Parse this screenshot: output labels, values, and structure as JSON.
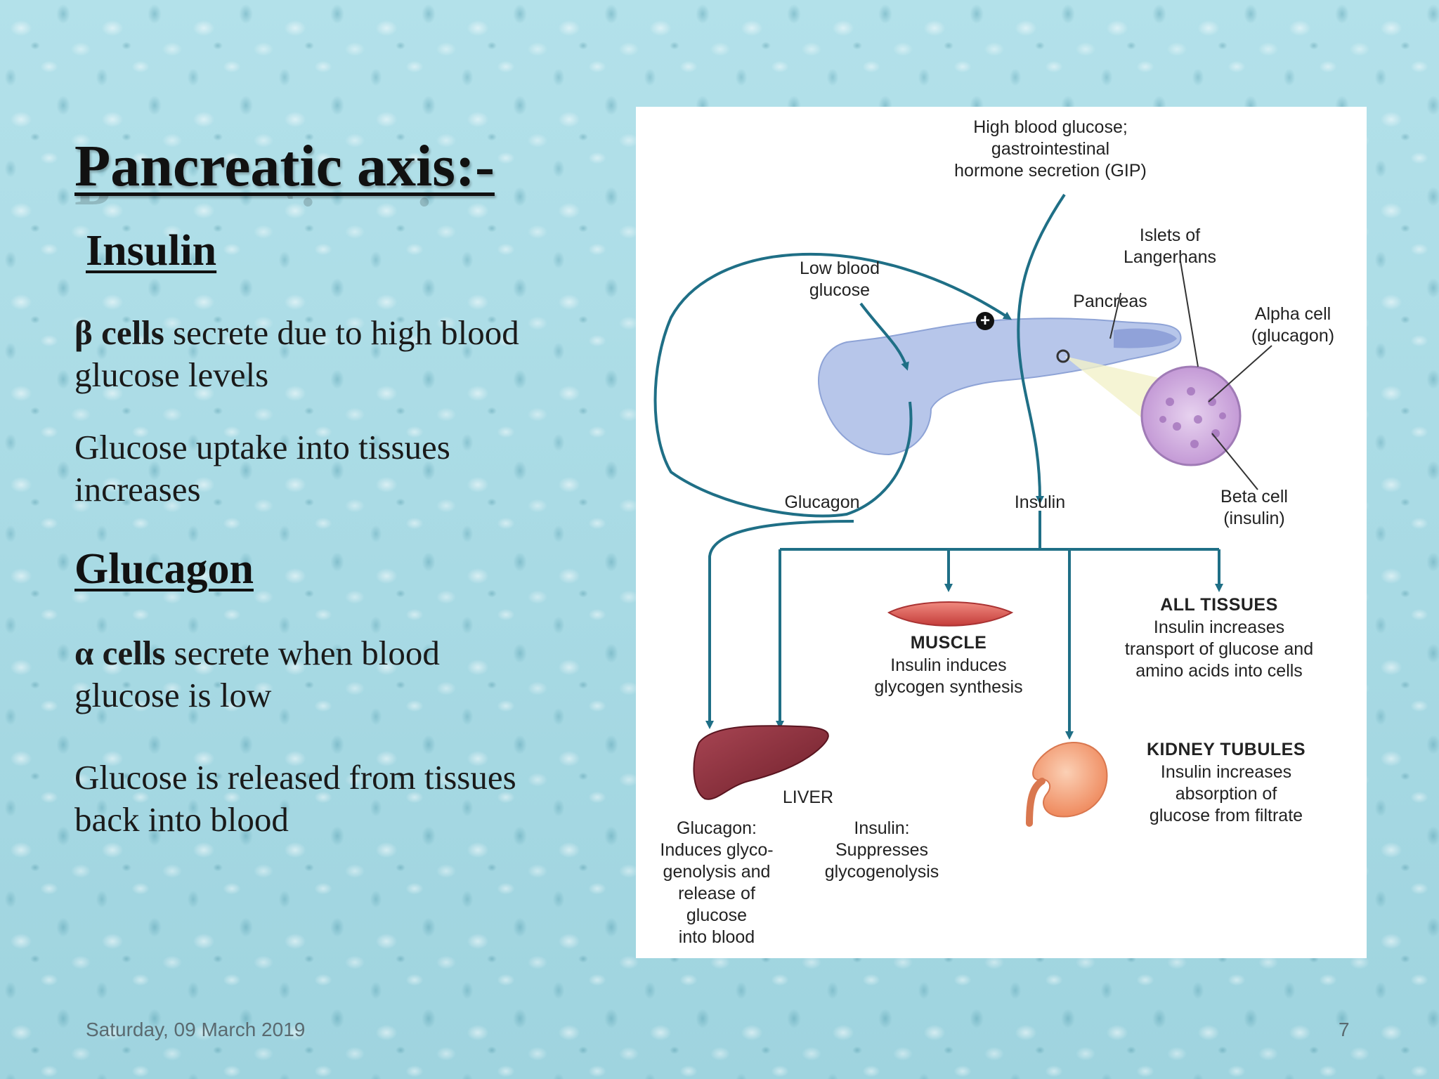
{
  "slide": {
    "title": "Pancreatic axis:-",
    "insulin_heading": "Insulin",
    "insulin_p1_bold": "β cells",
    "insulin_p1_rest": " secrete due to high blood glucose levels",
    "insulin_p2": "Glucose uptake into tissues increases",
    "glucagon_heading": "Glucagon",
    "glucagon_p1_bold": "α cells",
    "glucagon_p1_rest": " secrete when blood glucose is low",
    "glucagon_p2": "Glucose is released from tissues back into blood",
    "footer_date": "Saturday, 09 March 2019",
    "page_number": "7"
  },
  "diagram": {
    "high_glucose": "High blood glucose;\ngastrointestinal\nhormone secretion (GIP)",
    "islets": "Islets of\nLangerhans",
    "low_glucose": "Low blood\nglucose",
    "pancreas": "Pancreas",
    "alpha_cell": "Alpha cell\n(glucagon)",
    "plus_sign": "+",
    "glucagon": "Glucagon",
    "insulin": "Insulin",
    "beta_cell": "Beta cell\n(insulin)",
    "all_tissues_title": "ALL TISSUES",
    "all_tissues_desc": "Insulin increases\ntransport of glucose and\namino acids into cells",
    "muscle_title": "MUSCLE",
    "muscle_desc": "Insulin induces\nglycogen synthesis",
    "kidney_title": "KIDNEY TUBULES",
    "kidney_desc": "Insulin increases\nabsorption of\nglucose from filtrate",
    "liver_title": "LIVER",
    "liver_glucagon": "Glucagon:\nInduces glyco-\ngenolysis and\nrelease of\nglucose\ninto blood",
    "liver_insulin": "Insulin:\nSuppresses\nglycogenolysis",
    "colors": {
      "arrow": "#1f6f86",
      "pancreas": "#b7c6ea",
      "muscle": "#d9534f",
      "liver": "#8a2f3a",
      "kidney": "#f4a07a",
      "islet": "#c9a3d6"
    }
  }
}
